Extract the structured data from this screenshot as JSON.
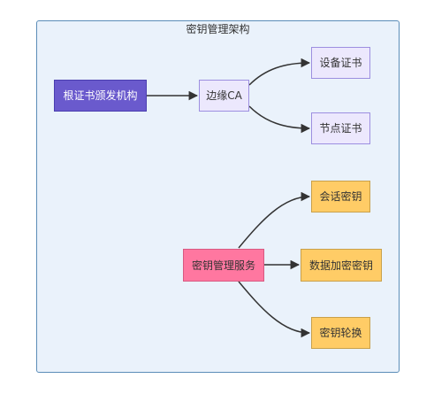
{
  "diagram": {
    "cluster_title": "密钥管理架构",
    "nodes": {
      "root_ca": "根证书颁发机构",
      "edge_ca": "边缘CA",
      "device_cert": "设备证书",
      "node_cert": "节点证书",
      "kms": "密钥管理服务",
      "session_key": "会话密钥",
      "data_key": "数据加密密钥",
      "key_rotation": "密钥轮换"
    },
    "edges": [
      {
        "from": "root_ca",
        "to": "edge_ca"
      },
      {
        "from": "edge_ca",
        "to": "device_cert"
      },
      {
        "from": "edge_ca",
        "to": "node_cert"
      },
      {
        "from": "kms",
        "to": "session_key"
      },
      {
        "from": "kms",
        "to": "data_key"
      },
      {
        "from": "kms",
        "to": "key_rotation"
      }
    ],
    "colors": {
      "cluster_fill": "#eaf2fb",
      "cluster_border": "#5b8db8",
      "root_fill": "#6a5acd",
      "plain_fill": "#ece8fd",
      "service_fill": "#ff77a0",
      "key_fill": "#ffcc66",
      "edge_stroke": "#333333"
    }
  }
}
